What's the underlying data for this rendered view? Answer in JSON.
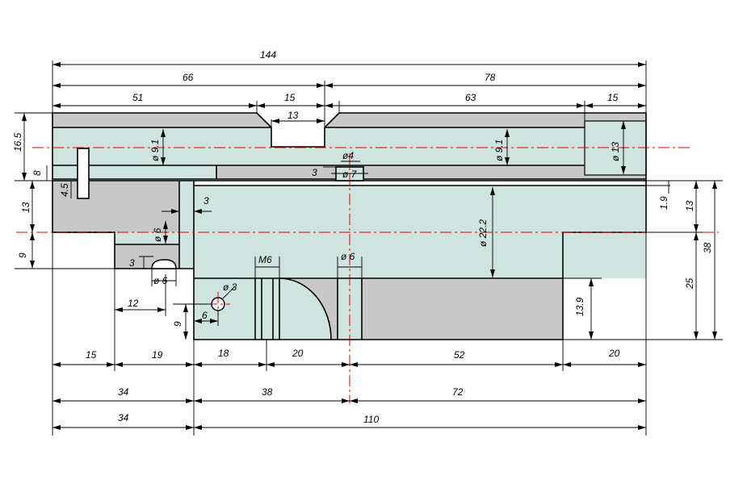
{
  "colors": {
    "background": "#ffffff",
    "light_fill": "#cfe3df",
    "dark_fill": "#c8c8c8",
    "outline": "#000000",
    "centerline": "#e00000"
  },
  "dimensions": {
    "top_144": "144",
    "top_66": "66",
    "top_78": "78",
    "top_51": "51",
    "top_15a": "15",
    "top_63": "63",
    "top_15b": "15",
    "slot_13": "13",
    "left_16_5": "16.5",
    "left_8": "8",
    "left_13": "13",
    "left_9": "9",
    "left_4_5": "4.5",
    "dia_9_1_left": "ø 9.1",
    "dia_9_1_right": "ø 9.1",
    "dia_13": "ø 13",
    "dia_4": "ø4",
    "dia_7": "ø 7",
    "depth_3a": "3",
    "wall_3": "3",
    "dia_6_upper": "ø 6",
    "depth_3b": "3",
    "dia_6_lower": "ø 6",
    "dia_22_2": "ø 22.2",
    "m6": "M6",
    "dia_6_mid": "ø 6",
    "dia_3": "ø 3",
    "hole_12": "12",
    "hole_6": "6",
    "hole_9": "9",
    "h_13_9": "13.9",
    "r_1_9": "1.9",
    "r_13": "13",
    "r_25": "25",
    "r_38": "38",
    "b_15": "15",
    "b_19": "19",
    "b_18": "18",
    "b_20a": "20",
    "b_52": "52",
    "b_20b": "20",
    "b_34a": "34",
    "b_38": "38",
    "b_72": "72",
    "b_34b": "34",
    "b_110": "110"
  }
}
